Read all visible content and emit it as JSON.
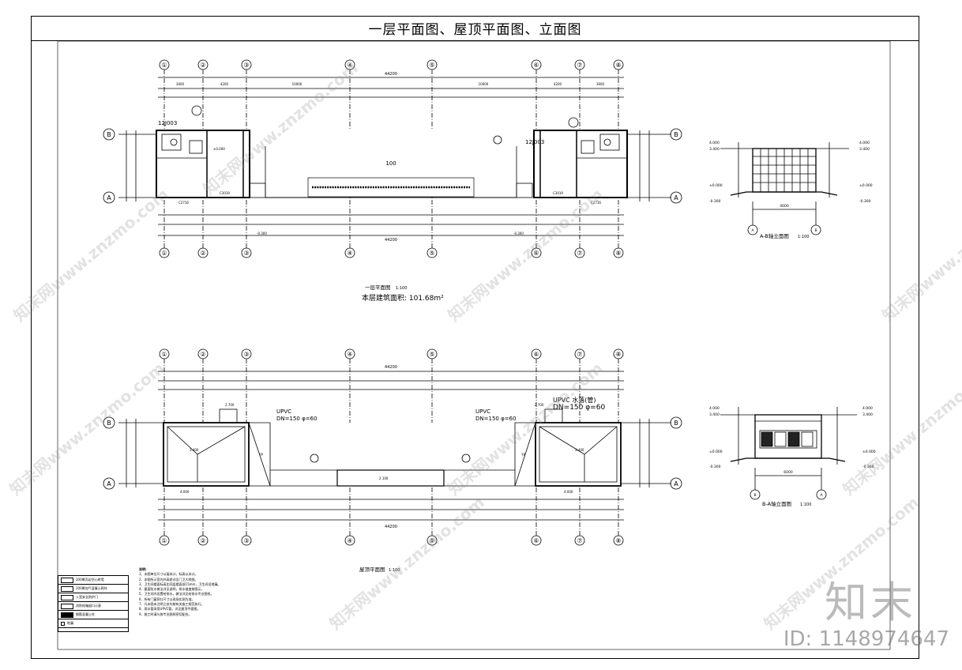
{
  "title": "一层平面图、屋顶平面图、立面图",
  "axes_top": [
    "①",
    "②",
    "③",
    "④",
    "⑤",
    "⑥",
    "⑦",
    "⑧"
  ],
  "axes_side": [
    "B",
    "A"
  ],
  "dim_total": "44200",
  "dim_segments": [
    "3600",
    "4200",
    "10000",
    "10000",
    "4200",
    "3600"
  ],
  "plan1": {
    "title": "一层平面图",
    "scale": "1:100",
    "area": "本层建筑面积: 101.68m²",
    "center_label": "100",
    "ref1": "12J003",
    "ref2": "12J003",
    "level1": "±0.000",
    "level2": "-0.300",
    "tag1": "C2716",
    "tag2": "C3019"
  },
  "plan2": {
    "title": "屋顶平面图",
    "scale": "1:100",
    "upvc1": "UPVC",
    "upvc2": "UPVC",
    "upvc3": "UPVC 水落(管)",
    "pipe1": "DN=150  φ=60",
    "pipe2": "DN=150  φ=60",
    "pipe3": "DN=150  φ=60",
    "lvl_a": "2.700",
    "lvl_b": "3.400",
    "lvl_c": "4.000",
    "lvl_d": "2.100",
    "yp": "YP"
  },
  "elev1": {
    "title": "A-B轴立面图",
    "scale": "1:100",
    "axis_l": "A",
    "axis_r": "B",
    "width": "4000",
    "lv": [
      "4.000",
      "3.400",
      "±0.000",
      "-0.300"
    ]
  },
  "elev2": {
    "title": "B-A轴立面图",
    "scale": "1:100",
    "axis_l": "B",
    "axis_r": "A",
    "width": "6000",
    "lv": [
      "4.000",
      "3.400",
      "±0.000",
      "-0.300"
    ]
  },
  "notes_header": "说明:",
  "notes": [
    "1、本图单位尺寸以毫米计，标高以米计。",
    "2、本图所示室内外高差详见门卫大样图。",
    "3、卫生间楼面标高比同层楼面低15mm，卫生间设地漏。",
    "4、屋面防水做法详见说明，排水坡度按图示。",
    "5、卫生间内设置给排水，做法详见给排水专业图纸。",
    "6、所有门窗洞口尺寸以现场实测为准。",
    "7、凡本图未注明之处均按有关施工规范执行。",
    "8、雨水管采用UPVC管，详见屋顶平面图。",
    "9、施工时请与各专业图纸密切配合。"
  ],
  "legend": [
    "200厚页岩空心砖墙",
    "200厚加气混凝土砌块",
    "入室安全防护门",
    "消防栓箱留口示意",
    "钢筋混凝土柱",
    "地漏"
  ],
  "watermark": "知末网www.znzmo.com",
  "brand": "知末",
  "brand_id": "ID: 1148974647",
  "colors": {
    "line": "#000000",
    "watermark": "#9a9a9a"
  }
}
